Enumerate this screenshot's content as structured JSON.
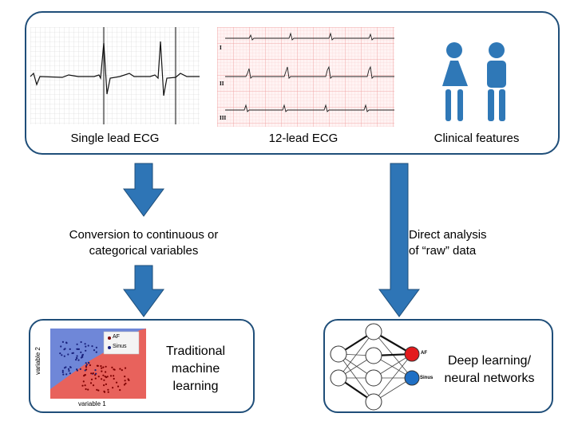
{
  "inputs": {
    "single_lead": "Single lead ECG",
    "twelve_lead": "12-lead ECG",
    "twelve_lead_leads": [
      "I",
      "II",
      "III"
    ],
    "clinical": "Clinical features"
  },
  "left_branch": {
    "line1": "Conversion to continuous or",
    "line2": "categorical variables"
  },
  "right_branch": {
    "line1": "Direct analysis",
    "line2": "of “raw” data"
  },
  "traditional": {
    "line1": "Traditional",
    "line2": "machine",
    "line3": "learning",
    "xlabel": "variable 1",
    "ylabel": "variable 2",
    "legend": [
      "AF",
      "Sinus"
    ]
  },
  "deep": {
    "line1": "Deep learning/",
    "line2": "neural networks",
    "out_af": "AF",
    "out_sinus": "Sinus"
  },
  "colors": {
    "border": "#1f4e79",
    "arrow": "#2e75b6",
    "person": "#2f78b7",
    "af_region": "#e8625c",
    "sinus_region": "#6f87d8",
    "af_node": "#e31a1c",
    "sinus_node": "#1f6fc4"
  }
}
